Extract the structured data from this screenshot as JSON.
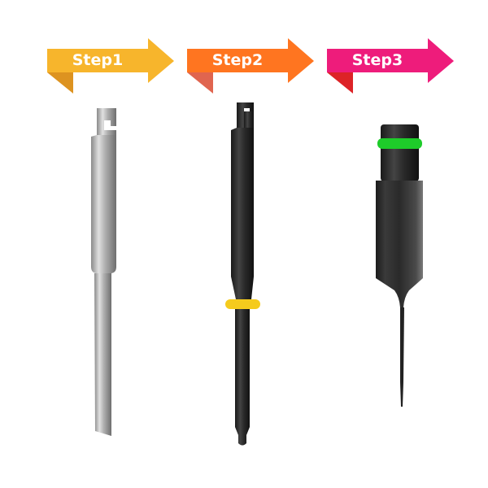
{
  "steps": [
    {
      "label": "Step1",
      "color": "#F7B52C",
      "fold_color": "#DD9320",
      "tool": "silver-drill"
    },
    {
      "label": "Step2",
      "color": "#FF7520",
      "fold_color": "#E0654F",
      "tool": "black-drill-yellow-ring"
    },
    {
      "label": "Step3",
      "color": "#EE1C7B",
      "fold_color": "#DD2327",
      "tool": "black-driver-green-ring"
    }
  ]
}
